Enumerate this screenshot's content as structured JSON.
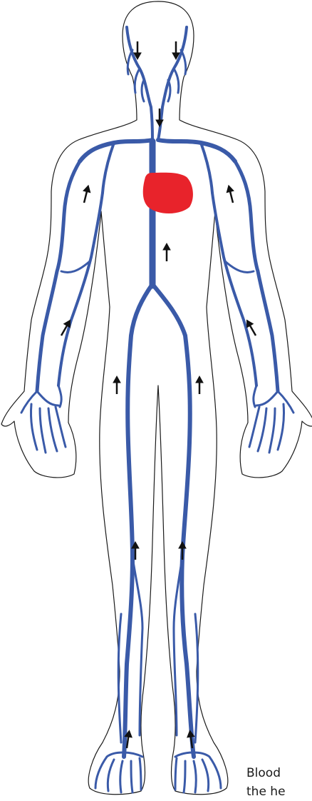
{
  "caption": {
    "line1": "Blood",
    "line2": "the he"
  },
  "colors": {
    "outline": "#1a1a1a",
    "vein": "#3a5aa8",
    "heart": "#e8232b",
    "arrow": "#111111",
    "background": "#ffffff"
  },
  "arrows": [
    {
      "part": "head-left",
      "direction": "down"
    },
    {
      "part": "head-right",
      "direction": "down"
    },
    {
      "part": "neck",
      "direction": "down"
    },
    {
      "part": "upper-arm-right-side-of-image",
      "direction": "up"
    },
    {
      "part": "upper-arm-left-side-of-image",
      "direction": "up"
    },
    {
      "part": "chest",
      "direction": "up"
    },
    {
      "part": "forearm-right-side-of-image",
      "direction": "up"
    },
    {
      "part": "forearm-left-side-of-image",
      "direction": "up"
    },
    {
      "part": "thigh-left",
      "direction": "up"
    },
    {
      "part": "thigh-right",
      "direction": "up"
    },
    {
      "part": "knee-left",
      "direction": "up"
    },
    {
      "part": "knee-right",
      "direction": "up"
    },
    {
      "part": "foot-left",
      "direction": "up"
    },
    {
      "part": "foot-right",
      "direction": "up"
    }
  ],
  "icons": {
    "heart": "heart-icon",
    "arrow": "flow-arrow-icon"
  }
}
